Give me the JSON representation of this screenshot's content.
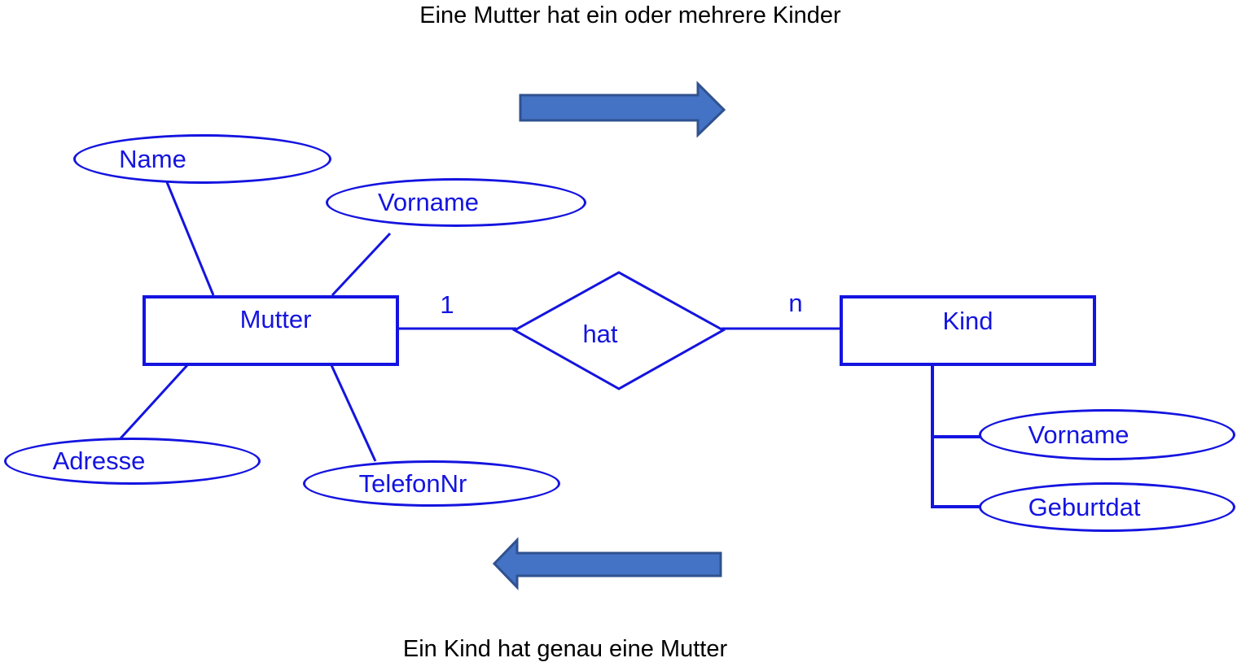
{
  "captions": {
    "top": "Eine Mutter hat ein oder mehrere Kinder",
    "bottom": "Ein Kind hat genau eine Mutter"
  },
  "diagram": {
    "type": "entity-relationship",
    "entities": {
      "mutter": {
        "label": "Mutter",
        "attributes": [
          "Name",
          "Vorname",
          "Adresse",
          "TelefonNr"
        ]
      },
      "kind": {
        "label": "Kind",
        "attributes": [
          "Vorname",
          "Geburtdat"
        ]
      }
    },
    "relationship": {
      "label": "hat",
      "cardinality_mutter": "1",
      "cardinality_kind": "n"
    }
  },
  "colors": {
    "diagram_blue": "#1414e0",
    "arrow_fill": "#4472c4",
    "arrow_border": "#2f528f",
    "caption_text": "#000000"
  }
}
